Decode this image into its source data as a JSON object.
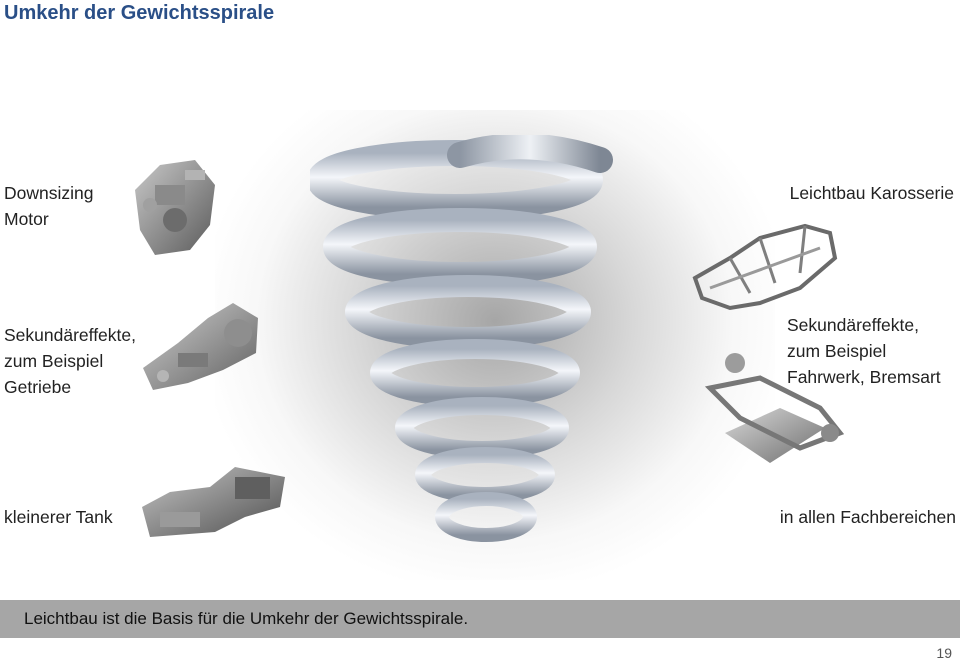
{
  "title": "Umkehr der Gewichtsspirale",
  "labels": {
    "motor": [
      "Downsizing",
      "Motor"
    ],
    "getriebe": [
      "Sekundäreffekte,",
      "zum Beispiel",
      "Getriebe"
    ],
    "tank": "kleinerer Tank",
    "karosserie": "Leichtbau Karosserie",
    "fahrwerk": [
      "Sekundäreffekte,",
      "zum Beispiel",
      "Fahrwerk, Bremsart"
    ],
    "fachbereiche": "in allen Fachbereichen"
  },
  "banner": "Leichtbau ist die Basis für die Umkehr der Gewichtsspirale.",
  "page_number": "19",
  "icons": [
    "engine-icon",
    "gearbox-icon",
    "fuel-tank-icon",
    "car-body-icon",
    "chassis-icon",
    "spring-icon"
  ]
}
